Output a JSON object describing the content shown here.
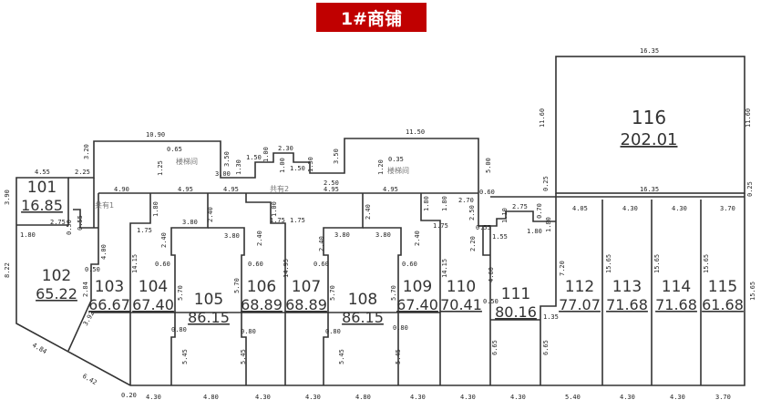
{
  "title": "1#商铺",
  "colors": {
    "title_bg": "#c00000",
    "wall": "#333333"
  },
  "units": [
    {
      "no": "101",
      "area": "16.85"
    },
    {
      "no": "102",
      "area": "65.22"
    },
    {
      "no": "103",
      "area": "66.67"
    },
    {
      "no": "104",
      "area": "67.40"
    },
    {
      "no": "105",
      "area": "86.15"
    },
    {
      "no": "106",
      "area": "68.89"
    },
    {
      "no": "107",
      "area": "68.89"
    },
    {
      "no": "108",
      "area": "86.15"
    },
    {
      "no": "109",
      "area": "67.40"
    },
    {
      "no": "110",
      "area": "70.41"
    },
    {
      "no": "111",
      "area": "80.16"
    },
    {
      "no": "112",
      "area": "77.07"
    },
    {
      "no": "113",
      "area": "71.68"
    },
    {
      "no": "114",
      "area": "71.68"
    },
    {
      "no": "115",
      "area": "61.68"
    },
    {
      "no": "116",
      "area": "202.01"
    }
  ],
  "labels": [
    "共有1",
    "共有2",
    "楼梯间",
    "楼梯间"
  ],
  "dims": [
    "16.35",
    "11.60",
    "11.60",
    "16.35",
    "0.25",
    "0.25",
    "10.90",
    "11.50",
    "4.55",
    "2.25",
    "3.20",
    "3.90",
    "0.65",
    "1.25",
    "3.50",
    "3.00",
    "1.30",
    "1.50",
    "2.30",
    "1.00",
    "1.00",
    "1.50",
    "1.30",
    "3.50",
    "2.50",
    "0.35",
    "1.20",
    "5.00",
    "0.60",
    "4.90",
    "4.95",
    "4.95",
    "4.95",
    "4.95",
    "2.70",
    "1.80",
    "3.80",
    "3.80",
    "2.40",
    "2.40",
    "2.40",
    "1.00",
    "1.75",
    "1.75",
    "1.75",
    "1.80",
    "3.80",
    "3.80",
    "2.40",
    "2.40",
    "2.40",
    "1.80",
    "1.75",
    "2.50",
    "0.55",
    "1.55",
    "2.75",
    "1.10",
    "0.70",
    "1.80",
    "1.80",
    "4.05",
    "4.30",
    "4.30",
    "3.70",
    "8.22",
    "1.80",
    "2.75",
    "0.50",
    "0.55",
    "4.00",
    "0.50",
    "2.84",
    "3.92",
    "4.84",
    "6.42",
    "0.20",
    "14.15",
    "0.60",
    "5.70",
    "0.80",
    "5.45",
    "0.60",
    "5.70",
    "0.80",
    "5.45",
    "14.95",
    "0.60",
    "5.70",
    "0.80",
    "5.45",
    "0.60",
    "5.70",
    "0.80",
    "5.45",
    "14.15",
    "2.20",
    "0.50",
    "4.60",
    "6.65",
    "1.35",
    "6.65",
    "7.20",
    "15.65",
    "15.65",
    "15.65",
    "15.65",
    "4.30",
    "4.80",
    "4.30",
    "4.30",
    "4.80",
    "4.30",
    "4.30",
    "4.30",
    "5.40",
    "4.30",
    "4.30",
    "3.70"
  ]
}
